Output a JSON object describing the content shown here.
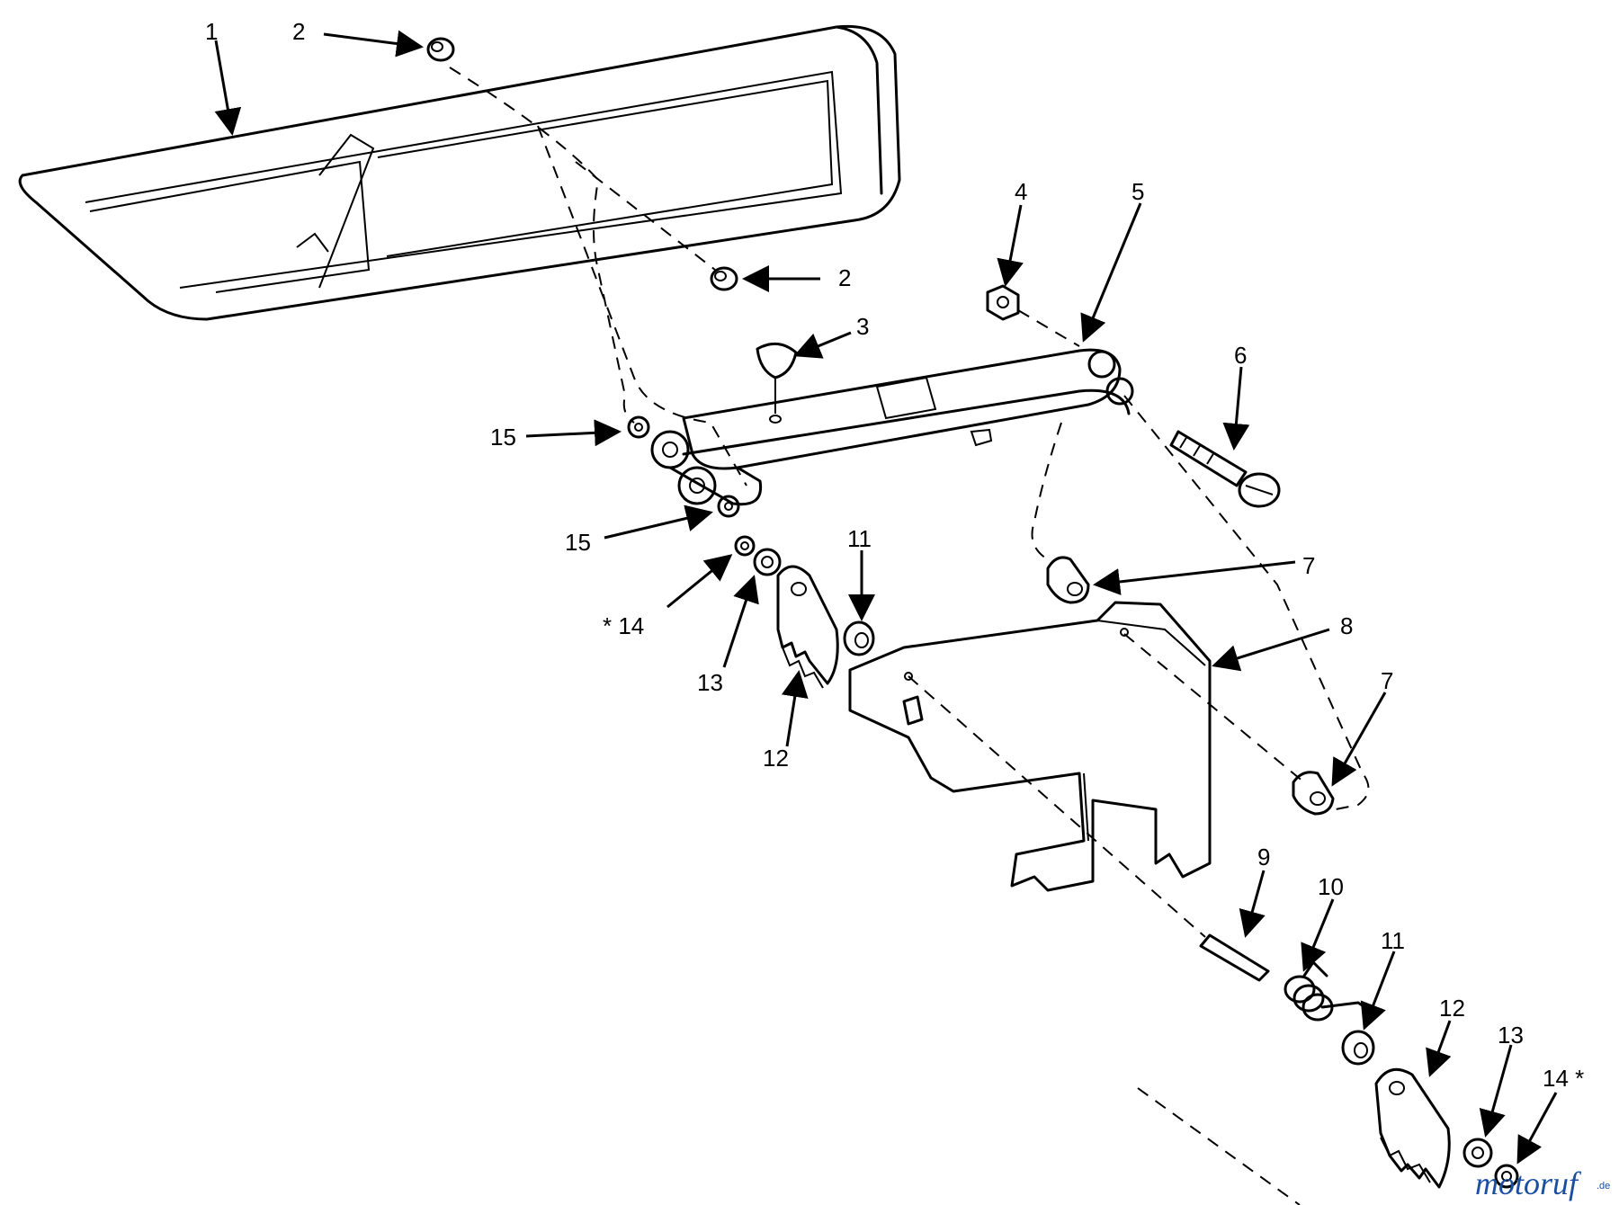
{
  "labels": {
    "l1": "1",
    "l2a": "2",
    "l2b": "2",
    "l3": "3",
    "l4": "4",
    "l5": "5",
    "l6": "6",
    "l7a": "7",
    "l7b": "7",
    "l8": "8",
    "l9": "9",
    "l10": "10",
    "l11a": "11",
    "l11b": "11",
    "l12a": "12",
    "l12b": "12",
    "l13a": "13",
    "l13b": "13",
    "l14a": "* 14",
    "l14b": "14 *",
    "l15a": "15",
    "l15b": "15"
  },
  "watermark": {
    "brand": "motoruf",
    "suffix": ".de"
  },
  "colors": {
    "ink": "#000000",
    "watermark": "#1a4fa0"
  }
}
